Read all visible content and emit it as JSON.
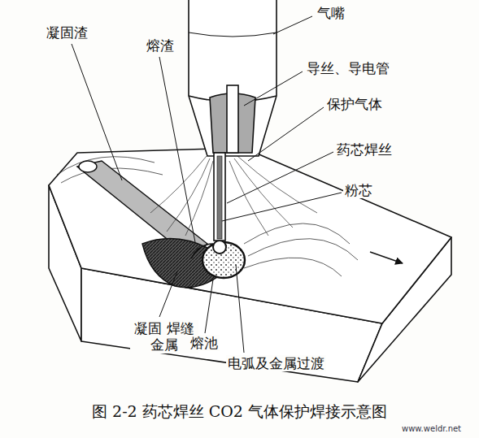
{
  "diagram": {
    "caption": "图 2-2 药芯焊丝 CO2 气体保护焊接示意图",
    "labels": [
      "气嘴",
      "凝固渣",
      "熔渣",
      "导丝、导电管",
      "保护气体",
      "药芯焊丝",
      "粉芯",
      "凝固 焊缝金属",
      "熔池",
      "电弧及金属过渡",
      "www.weldr.net"
    ]
  }
}
